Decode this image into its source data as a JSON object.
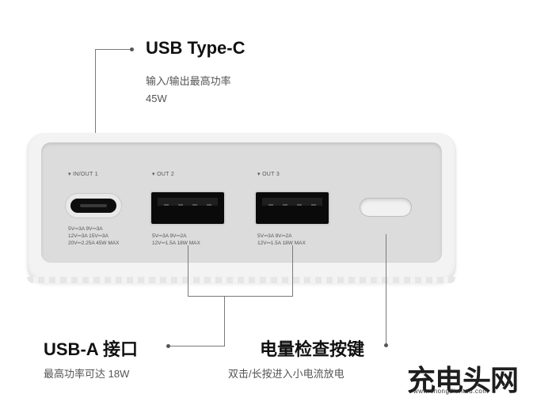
{
  "callouts": {
    "usb_c": {
      "title": "USB Type-C",
      "desc": "输入/输出最高功率",
      "value": "45W"
    },
    "usb_a": {
      "title": "USB-A 接口",
      "desc": "最高功率可达 18W"
    },
    "button": {
      "title": "电量检查按键",
      "desc": "双击/长按进入小电流放电"
    }
  },
  "ports": {
    "in_out_1": {
      "label": "IN/OUT 1",
      "specs": [
        "5V⎓3A 9V⎓3A",
        "12V⎓3A 15V⎓3A",
        "20V⎓2.25A 45W MAX"
      ]
    },
    "out_2": {
      "label": "OUT 2",
      "specs": [
        "5V⎓3A 9V⎓2A",
        "12V⎓1.5A 18W MAX"
      ]
    },
    "out_3": {
      "label": "OUT 3",
      "specs": [
        "5V⎓3A 9V⎓2A",
        "12V⎓1.5A 18W MAX"
      ]
    }
  },
  "watermark": {
    "logo_text": "充电头网",
    "url": "www.chongdiantou.com"
  },
  "colors": {
    "body": "#f3f3f3",
    "panel": "#dcdcdc",
    "port": "#0a0a0a",
    "line": "#7a7a7a"
  }
}
